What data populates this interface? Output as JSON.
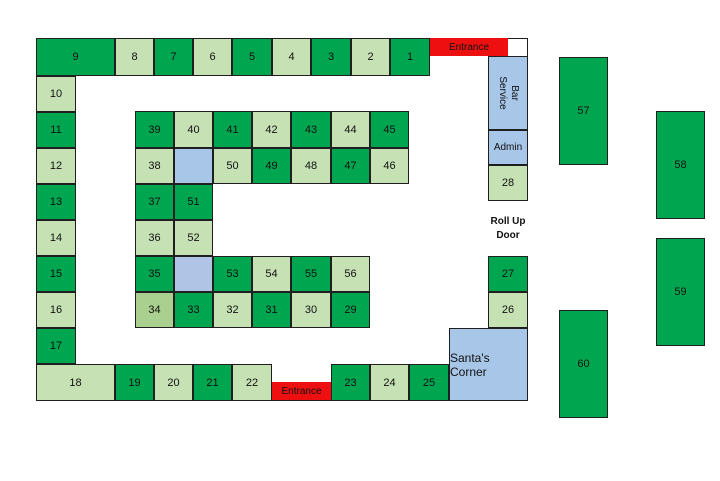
{
  "booths": [
    {
      "id": "9",
      "label": "9",
      "tone": "dark"
    },
    {
      "id": "8",
      "label": "8",
      "tone": "light"
    },
    {
      "id": "7",
      "label": "7",
      "tone": "dark"
    },
    {
      "id": "6",
      "label": "6",
      "tone": "light"
    },
    {
      "id": "5",
      "label": "5",
      "tone": "dark"
    },
    {
      "id": "4",
      "label": "4",
      "tone": "light"
    },
    {
      "id": "3",
      "label": "3",
      "tone": "dark"
    },
    {
      "id": "2",
      "label": "2",
      "tone": "light"
    },
    {
      "id": "1",
      "label": "1",
      "tone": "dark"
    },
    {
      "id": "10",
      "label": "10",
      "tone": "light"
    },
    {
      "id": "11",
      "label": "11",
      "tone": "dark"
    },
    {
      "id": "12",
      "label": "12",
      "tone": "light"
    },
    {
      "id": "13",
      "label": "13",
      "tone": "dark"
    },
    {
      "id": "14",
      "label": "14",
      "tone": "light"
    },
    {
      "id": "15",
      "label": "15",
      "tone": "dark"
    },
    {
      "id": "16",
      "label": "16",
      "tone": "light"
    },
    {
      "id": "17",
      "label": "17",
      "tone": "dark"
    },
    {
      "id": "18",
      "label": "18",
      "tone": "light"
    },
    {
      "id": "19",
      "label": "19",
      "tone": "dark"
    },
    {
      "id": "20",
      "label": "20",
      "tone": "light"
    },
    {
      "id": "21",
      "label": "21",
      "tone": "dark"
    },
    {
      "id": "22",
      "label": "22",
      "tone": "light"
    },
    {
      "id": "23",
      "label": "23",
      "tone": "dark"
    },
    {
      "id": "24",
      "label": "24",
      "tone": "light"
    },
    {
      "id": "25",
      "label": "25",
      "tone": "dark"
    },
    {
      "id": "26",
      "label": "26",
      "tone": "light"
    },
    {
      "id": "27",
      "label": "27",
      "tone": "dark"
    },
    {
      "id": "28",
      "label": "28",
      "tone": "light"
    },
    {
      "id": "39",
      "label": "39",
      "tone": "dark"
    },
    {
      "id": "40",
      "label": "40",
      "tone": "light"
    },
    {
      "id": "41",
      "label": "41",
      "tone": "dark"
    },
    {
      "id": "42",
      "label": "42",
      "tone": "light"
    },
    {
      "id": "43",
      "label": "43",
      "tone": "dark"
    },
    {
      "id": "44",
      "label": "44",
      "tone": "light"
    },
    {
      "id": "45",
      "label": "45",
      "tone": "dark"
    },
    {
      "id": "38",
      "label": "38",
      "tone": "light"
    },
    {
      "id": "50",
      "label": "50",
      "tone": "light"
    },
    {
      "id": "49",
      "label": "49",
      "tone": "dark"
    },
    {
      "id": "48",
      "label": "48",
      "tone": "light"
    },
    {
      "id": "47",
      "label": "47",
      "tone": "dark"
    },
    {
      "id": "46",
      "label": "46",
      "tone": "light"
    },
    {
      "id": "37",
      "label": "37",
      "tone": "dark"
    },
    {
      "id": "51",
      "label": "51",
      "tone": "dark"
    },
    {
      "id": "36",
      "label": "36",
      "tone": "light"
    },
    {
      "id": "52",
      "label": "52",
      "tone": "light"
    },
    {
      "id": "35",
      "label": "35",
      "tone": "dark"
    },
    {
      "id": "53",
      "label": "53",
      "tone": "dark"
    },
    {
      "id": "54",
      "label": "54",
      "tone": "light"
    },
    {
      "id": "55",
      "label": "55",
      "tone": "dark"
    },
    {
      "id": "56",
      "label": "56",
      "tone": "light"
    },
    {
      "id": "34",
      "label": "34",
      "tone": "olive"
    },
    {
      "id": "33",
      "label": "33",
      "tone": "dark"
    },
    {
      "id": "32",
      "label": "32",
      "tone": "light"
    },
    {
      "id": "31",
      "label": "31",
      "tone": "dark"
    },
    {
      "id": "30",
      "label": "30",
      "tone": "light"
    },
    {
      "id": "29",
      "label": "29",
      "tone": "dark"
    },
    {
      "id": "57",
      "label": "57",
      "tone": "dark"
    },
    {
      "id": "58",
      "label": "58",
      "tone": "dark"
    },
    {
      "id": "59",
      "label": "59",
      "tone": "dark"
    },
    {
      "id": "60",
      "label": "60",
      "tone": "dark"
    }
  ],
  "labels": {
    "entrance_top": "Entrance",
    "entrance_bottom": "Entrance",
    "bar_service": "Bar Service",
    "admin": "Admin",
    "roll_up_line1": "Roll Up",
    "roll_up_line2": "Door",
    "santas_corner": "Santa's Corner"
  },
  "colors": {
    "dark_green": "#00a54f",
    "light_green": "#c6e2b4",
    "olive_green": "#a9d08e",
    "blue": "#a7c6e8",
    "entrance_red": "#ee1010"
  }
}
